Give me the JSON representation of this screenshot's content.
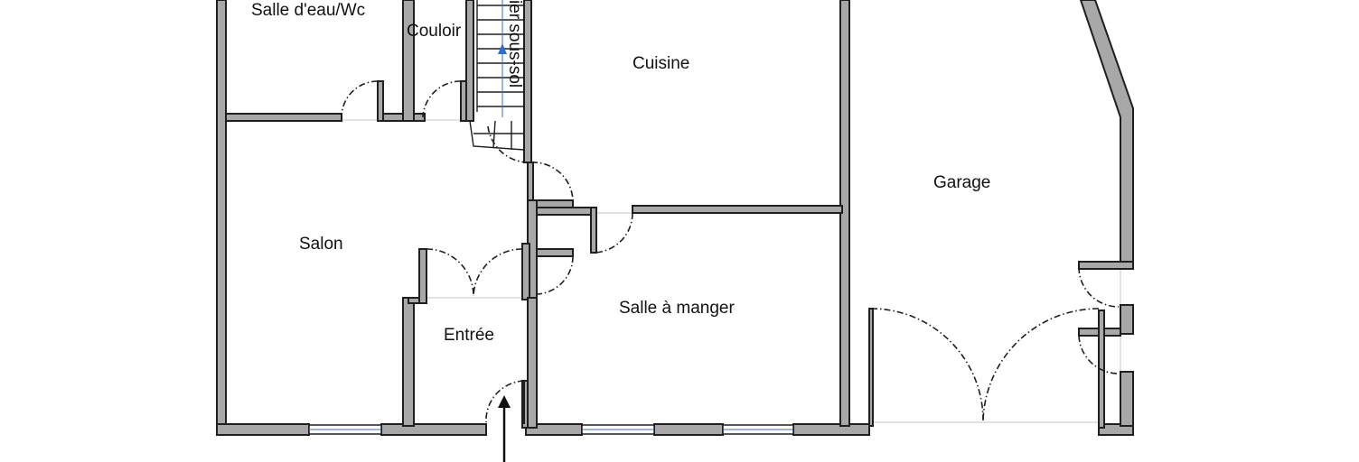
{
  "rooms": {
    "salle_eau": "Salle d'eau/Wc",
    "couloir": "Couloir",
    "cuisine": "Cuisine",
    "salon": "Salon",
    "entree": "Entrée",
    "salle_a_manger": "Salle à manger",
    "garage": "Garage"
  },
  "stairs": {
    "label": "Escalier sous-sol",
    "visible_label": "ier sous-sol"
  },
  "colors": {
    "wall_fill": "#a8a8a8",
    "wall_stroke": "#1f1f1f",
    "arrow": "#2b6fd6"
  }
}
